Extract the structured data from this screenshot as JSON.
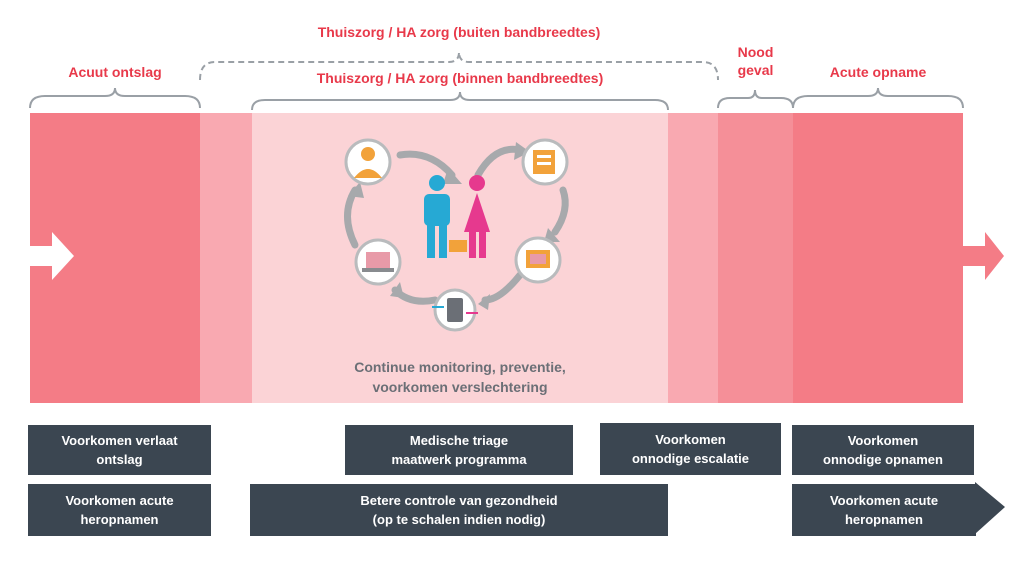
{
  "top_labels": {
    "acuut_ontslag": "Acuut ontslag",
    "buiten": "Thuiszorg / HA zorg (buiten bandbreedtes)",
    "binnen": "Thuiszorg / HA zorg (binnen bandbreedtes)",
    "nood_geval": "Nood\ngeval",
    "acute_opname": "Acute opname"
  },
  "center_caption": "Continue monitoring, preventie,\nvoorkomen verslechtering",
  "boxes_row1": {
    "voorkomen_verlaat_ontslag": "Voorkomen verlaat\nontslag",
    "medische_triage": "Medische triage\nmaatwerk programma",
    "onnodige_escalatie": "Voorkomen\nonnodige escalatie",
    "onnodige_opnamen": "Voorkomen\nonnodige opnamen"
  },
  "boxes_row2": {
    "acute_heropnamen_left": "Voorkomen acute\nheropnamen",
    "betere_controle": "Betere controle van gezondheid\n(op te schalen indien nodig)",
    "acute_heropnamen_right": "Voorkomen acute\nheropnamen"
  },
  "colors": {
    "label_red": "#e8394a",
    "band_strong": "#f47c86",
    "band_light": "#f9a9b1",
    "band_center": "#fbd3d6",
    "box_dark": "#3b4651",
    "male_blue": "#26a9d4",
    "female_pink": "#e6398e",
    "icon_orange": "#f2a23a"
  },
  "icons": [
    "doctor-icon",
    "checklist-icon",
    "laptop-icon",
    "tablet-icon",
    "server-icon",
    "male-figure-icon",
    "female-figure-icon"
  ]
}
